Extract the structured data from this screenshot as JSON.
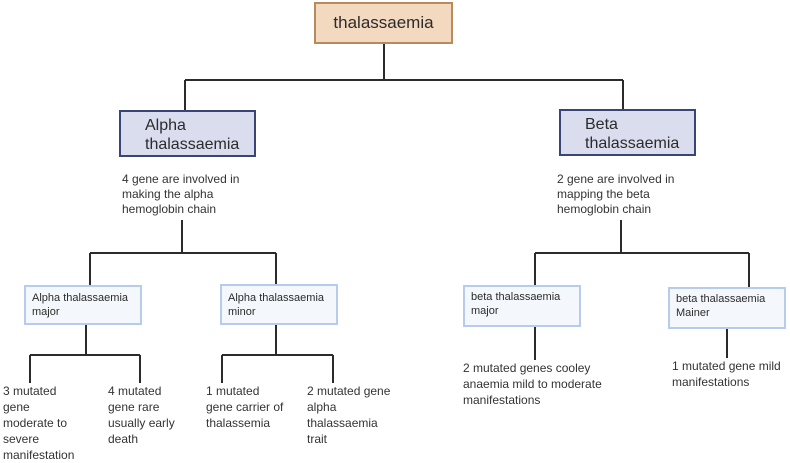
{
  "root": {
    "label": "thalassaemia"
  },
  "alpha": {
    "label": "Alpha thalassaemia",
    "description": "4 gene are involved in making the alpha hemoglobin chain",
    "major": {
      "label": "Alpha thalassaemia major",
      "outcomes": [
        "3 mutated gene moderate to severe manifestation",
        "4 mutated gene rare usually early death"
      ]
    },
    "minor": {
      "label": "Alpha thalassaemia minor",
      "outcomes": [
        "1 mutated gene carrier of thalassemia",
        "2 mutated gene alpha thalassaemia trait"
      ]
    }
  },
  "beta": {
    "label": "Beta thalassaemia",
    "description": "2 gene are involved in mapping the beta hemoglobin chain",
    "major": {
      "label": "beta thalassaemia major",
      "outcomes": [
        "2 mutated genes cooley anaemia mild to moderate manifestations"
      ]
    },
    "minor": {
      "label": "beta thalassaemia Mainer",
      "outcomes": [
        "1 mutated gene mild manifestations"
      ]
    }
  },
  "colors": {
    "root_fill": "#f3d9bf",
    "root_border": "#b98a5c",
    "level1_fill": "#d9ddee",
    "level1_border": "#3b4477",
    "level2_fill": "#f4f8fc",
    "level2_border": "#b7ccec",
    "connector": "#2b2b2b"
  }
}
